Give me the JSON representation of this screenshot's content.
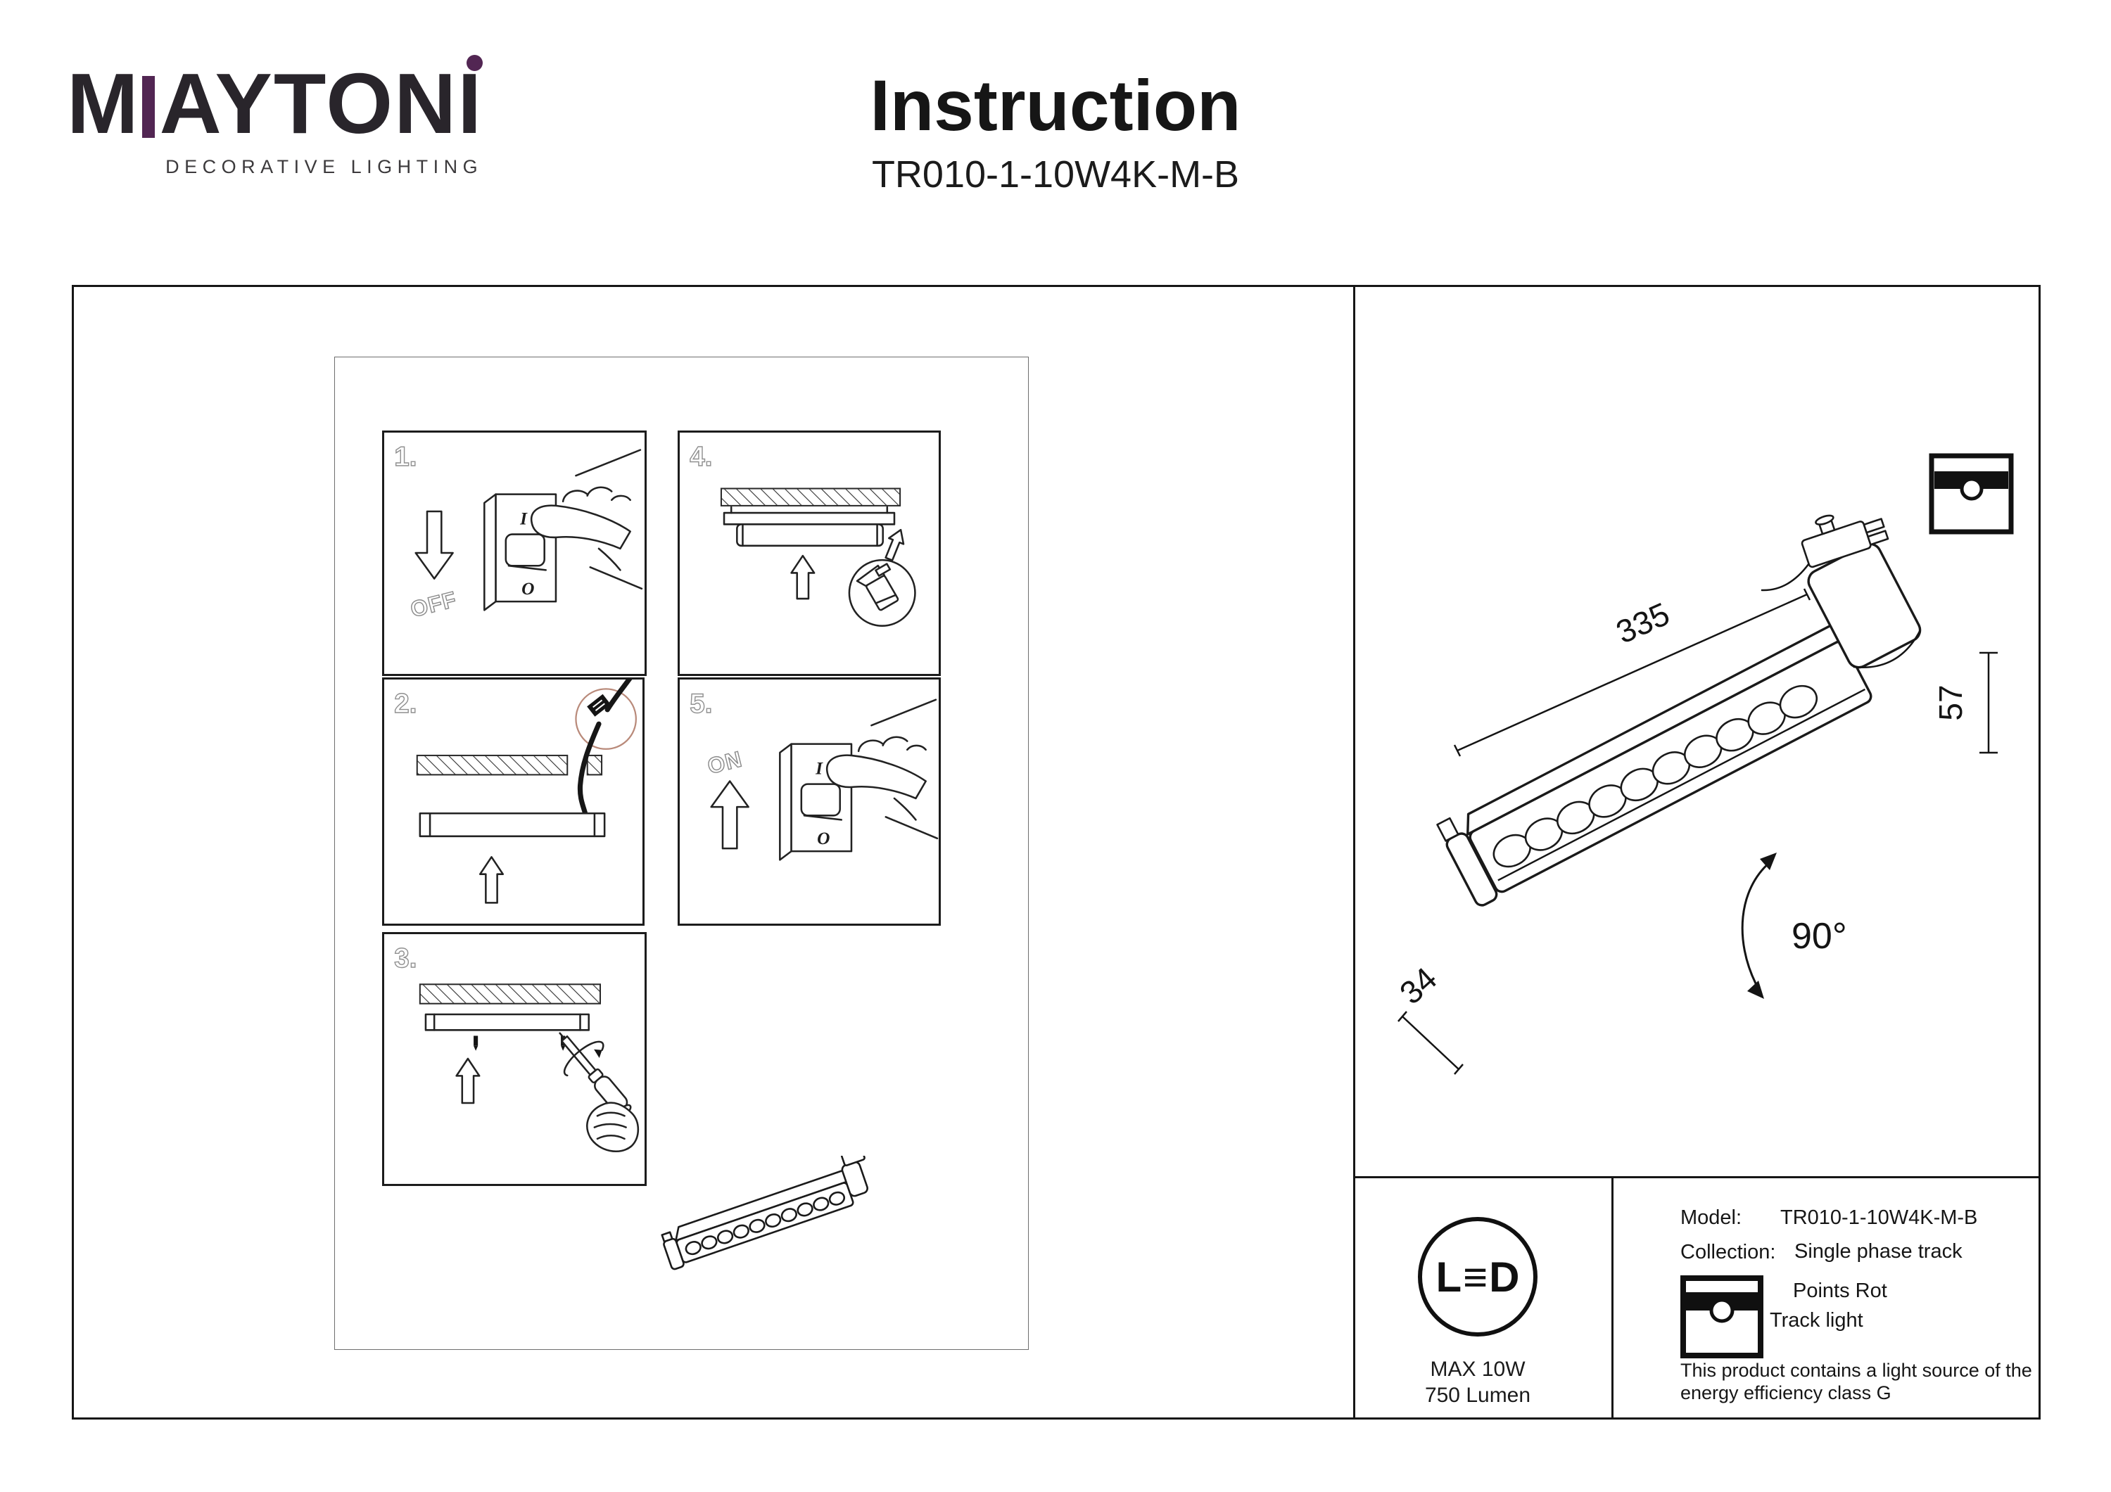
{
  "header": {
    "logo": {
      "word_start": "M",
      "word_rest": "AYTONI",
      "tagline": "DECORATIVE LIGHTING"
    },
    "title": "Instruction",
    "subtitle": "TR010-1-10W4K-M-B"
  },
  "colors": {
    "brand_purple": "#522653",
    "ink": "#1d1b1e",
    "highlight_ring_red": "#b98a7a"
  },
  "steps": {
    "s1": {
      "num": "1.",
      "label": "OFF",
      "switch_i": "I",
      "switch_o": "O"
    },
    "s2": {
      "num": "2."
    },
    "s3": {
      "num": "3."
    },
    "s4": {
      "num": "4."
    },
    "s5": {
      "num": "5.",
      "label": "ON",
      "switch_i": "I",
      "switch_o": "O"
    }
  },
  "dimensions": {
    "length": "335",
    "height": "57",
    "width": "34",
    "rotation": "90°"
  },
  "spec": {
    "led": {
      "l": "L",
      "e": "≡",
      "d": "D",
      "max": "MAX 10W",
      "lumen": "750 Lumen"
    },
    "model_label": "Model:",
    "model_value": "TR010-1-10W4K-M-B",
    "collection_label": "Collection:",
    "collection_value_line1": "Single phase track",
    "collection_value_line2": "Points Rot",
    "collection_value_line3": "Track light",
    "energy_note_line1": "This product contains a light source of the",
    "energy_note_line2": "energy efficiency class G"
  }
}
